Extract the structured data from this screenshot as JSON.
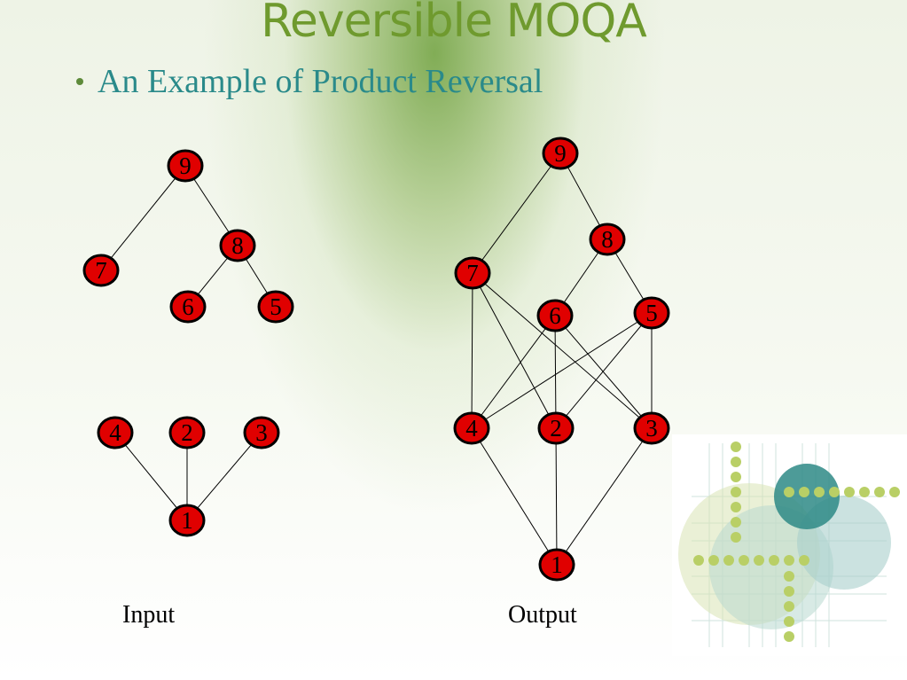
{
  "title": "Reversible MOQA",
  "bullet": "An Example of Product Reversal",
  "captions": {
    "input": "Input",
    "output": "Output"
  },
  "colors": {
    "title": "#6f9a2e",
    "bullet": "#2a8a8a",
    "node_fill": "#e00000",
    "node_stroke": "#000000"
  },
  "input_graph": {
    "nodes": [
      "9",
      "8",
      "7",
      "6",
      "5",
      "4",
      "2",
      "3",
      "1"
    ],
    "edges": [
      [
        "9",
        "7"
      ],
      [
        "9",
        "8"
      ],
      [
        "8",
        "6"
      ],
      [
        "8",
        "5"
      ],
      [
        "4",
        "1"
      ],
      [
        "2",
        "1"
      ],
      [
        "3",
        "1"
      ]
    ]
  },
  "output_graph": {
    "nodes": [
      "9",
      "8",
      "7",
      "6",
      "5",
      "4",
      "2",
      "3",
      "1"
    ],
    "edges": [
      [
        "9",
        "7"
      ],
      [
        "9",
        "8"
      ],
      [
        "8",
        "6"
      ],
      [
        "8",
        "5"
      ],
      [
        "7",
        "4"
      ],
      [
        "7",
        "2"
      ],
      [
        "7",
        "3"
      ],
      [
        "6",
        "4"
      ],
      [
        "6",
        "2"
      ],
      [
        "6",
        "3"
      ],
      [
        "5",
        "4"
      ],
      [
        "5",
        "2"
      ],
      [
        "5",
        "3"
      ],
      [
        "4",
        "1"
      ],
      [
        "2",
        "1"
      ],
      [
        "3",
        "1"
      ]
    ]
  }
}
